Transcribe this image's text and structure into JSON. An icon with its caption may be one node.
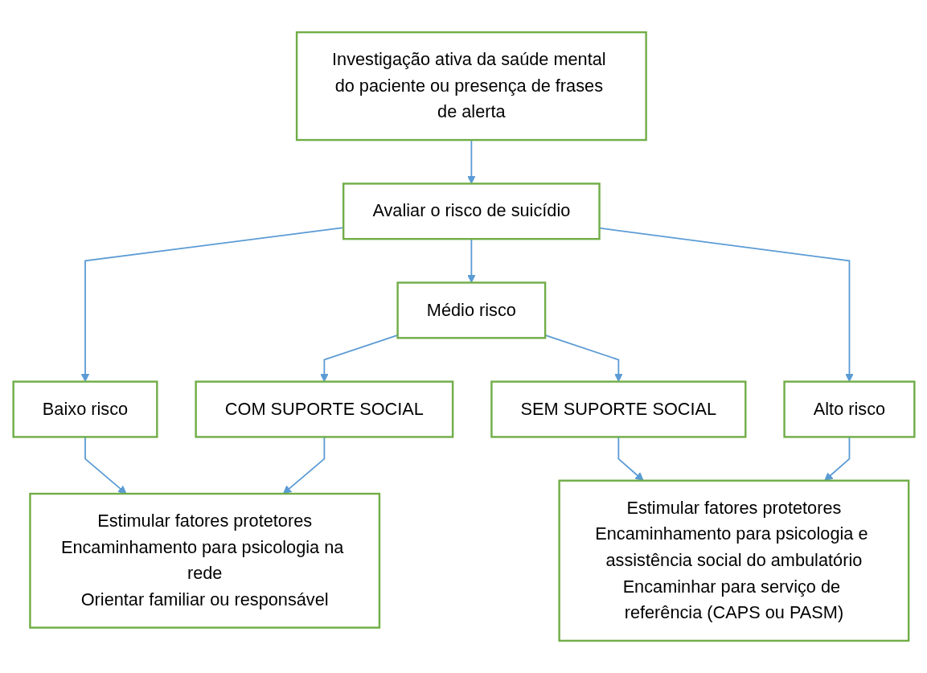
{
  "diagram": {
    "nodes": [
      {
        "text": [
          "Investigação ativa da saúde mental do paciente ou presença de frases de alerta"
        ]
      },
      {
        "text": [
          "Avaliar o risco de suicídio"
        ]
      },
      {
        "text": [
          "Baixo risco"
        ]
      },
      {
        "text": [
          "Médio risco"
        ]
      },
      {
        "text": [
          "Alto risco"
        ]
      },
      {
        "text": [
          "COM SUPORTE SOCIAL"
        ]
      },
      {
        "text": [
          "SEM SUPORTE SOCIAL"
        ]
      },
      {
        "text": [
          "Estimular fatores protetores",
          "Encaminhamento para psicologia na rede",
          "Orientar familiar ou responsável"
        ]
      },
      {
        "text": [
          "Estimular fatores protetores",
          "Encaminhamento para psicologia e assistência social do ambulatório",
          "Encaminhar para serviço de referência (CAPS ou PASM)"
        ]
      }
    ],
    "edges": [
      {
        "from": 0,
        "to": 1,
        "arrow": "to"
      },
      {
        "from": 1,
        "to": 2,
        "arrow": "to"
      },
      {
        "from": 1,
        "to": 3,
        "arrow": "to"
      },
      {
        "from": 1,
        "to": 4,
        "arrow": "to"
      },
      {
        "from": 3,
        "to": 5,
        "arrow": "to"
      },
      {
        "from": 3,
        "to": 6,
        "arrow": "to"
      },
      {
        "from": 2,
        "to": 7,
        "arrow": "to"
      },
      {
        "from": 5,
        "to": 7,
        "arrow": "to"
      },
      {
        "from": 6,
        "to": 8,
        "arrow": "to"
      },
      {
        "from": 4,
        "to": 8,
        "arrow": "to"
      }
    ]
  }
}
